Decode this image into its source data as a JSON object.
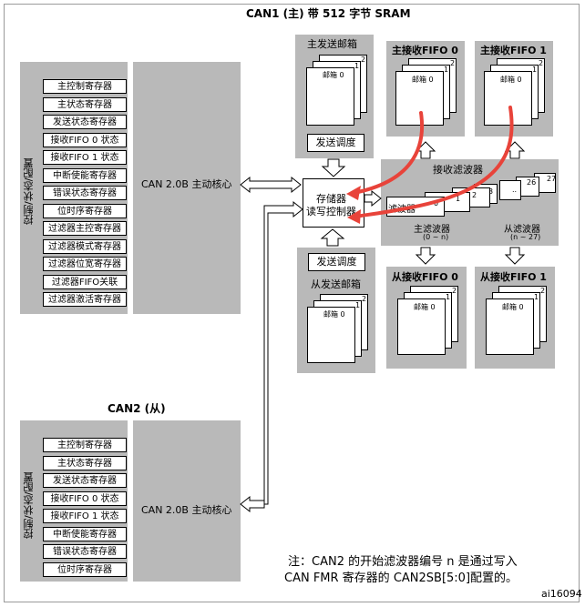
{
  "can1": {
    "title": "CAN1 (主) 带 512 字节 SRAM",
    "ctrl_label": "控制/状态/配置",
    "core_label": "CAN 2.0B 主动核心",
    "registers": [
      "主控制寄存器",
      "主状态寄存器",
      "发送状态寄存器",
      "接收FIFO 0 状态",
      "接收FIFO 1 状态",
      "中断使能寄存器",
      "错误状态寄存器",
      "位时序寄存器",
      "过滤器主控寄存器",
      "过滤器模式寄存器",
      "过滤器位宽寄存器",
      "过滤器FIFO关联",
      "过滤器激活寄存器"
    ]
  },
  "can2": {
    "title": "CAN2 (从)",
    "ctrl_label": "控制/状态/配置",
    "core_label": "CAN 2.0B 主动核心",
    "registers": [
      "主控制寄存器",
      "主状态寄存器",
      "发送状态寄存器",
      "接收FIFO 0 状态",
      "接收FIFO 1 状态",
      "中断使能寄存器",
      "错误状态寄存器",
      "位时序寄存器"
    ]
  },
  "master_tx": {
    "title": "主发送邮箱",
    "mailbox": "邮箱 0",
    "page_nums": [
      "2",
      "1"
    ],
    "sched": "发送调度"
  },
  "slave_tx": {
    "title": "从发送邮箱",
    "mailbox": "邮箱 0",
    "page_nums": [
      "2",
      "1"
    ],
    "sched": "发送调度"
  },
  "master_fifo0": {
    "title": "主接收FIFO 0",
    "mailbox": "邮箱 0",
    "page_nums": [
      "2",
      "1"
    ]
  },
  "master_fifo1": {
    "title": "主接收FIFO 1",
    "mailbox": "邮箱 0",
    "page_nums": [
      "2",
      "1"
    ]
  },
  "slave_fifo0": {
    "title": "从接收FIFO 0",
    "mailbox": "邮箱 0",
    "page_nums": [
      "2",
      "1"
    ]
  },
  "slave_fifo1": {
    "title": "从接收FIFO 1",
    "mailbox": "邮箱 0",
    "page_nums": [
      "2",
      "1"
    ]
  },
  "filters": {
    "title": "接收滤波器",
    "filter_label": "滤波器",
    "nums": [
      "0",
      "1",
      "2",
      "3",
      "..",
      "26",
      "27"
    ],
    "master_label": "主滤波器",
    "master_range": "(0 ~ n)",
    "slave_label": "从滤波器",
    "slave_range": "(n ~ 27)"
  },
  "memory_ctrl": {
    "line1": "存储器",
    "line2": "读写控制器"
  },
  "note": {
    "line1": "注：CAN2 的开始滤波器编号 n 是通过写入",
    "line2": "CAN  FMR 寄存器的 CAN2SB[5:0]配置的。"
  },
  "figure_id": "ai16094",
  "colors": {
    "panel": "#b9b9b9",
    "arrow": "#e8433a"
  }
}
